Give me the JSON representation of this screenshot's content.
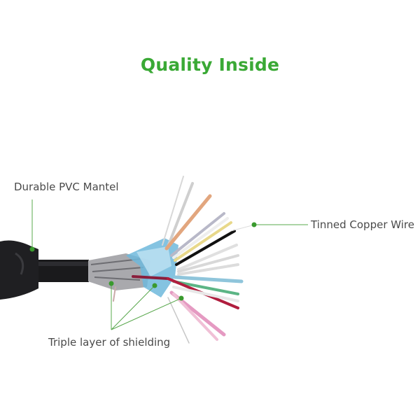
{
  "title": "Quality Inside",
  "callouts": {
    "pvc_mantel": "Durable PVC Mantel",
    "tinned_copper": "Tinned Copper Wire",
    "shielding": "Triple layer of shielding"
  },
  "colors": {
    "accent_green": "#3aa935",
    "callout_line": "#5aa84e",
    "label_text": "#4a4a4a"
  }
}
